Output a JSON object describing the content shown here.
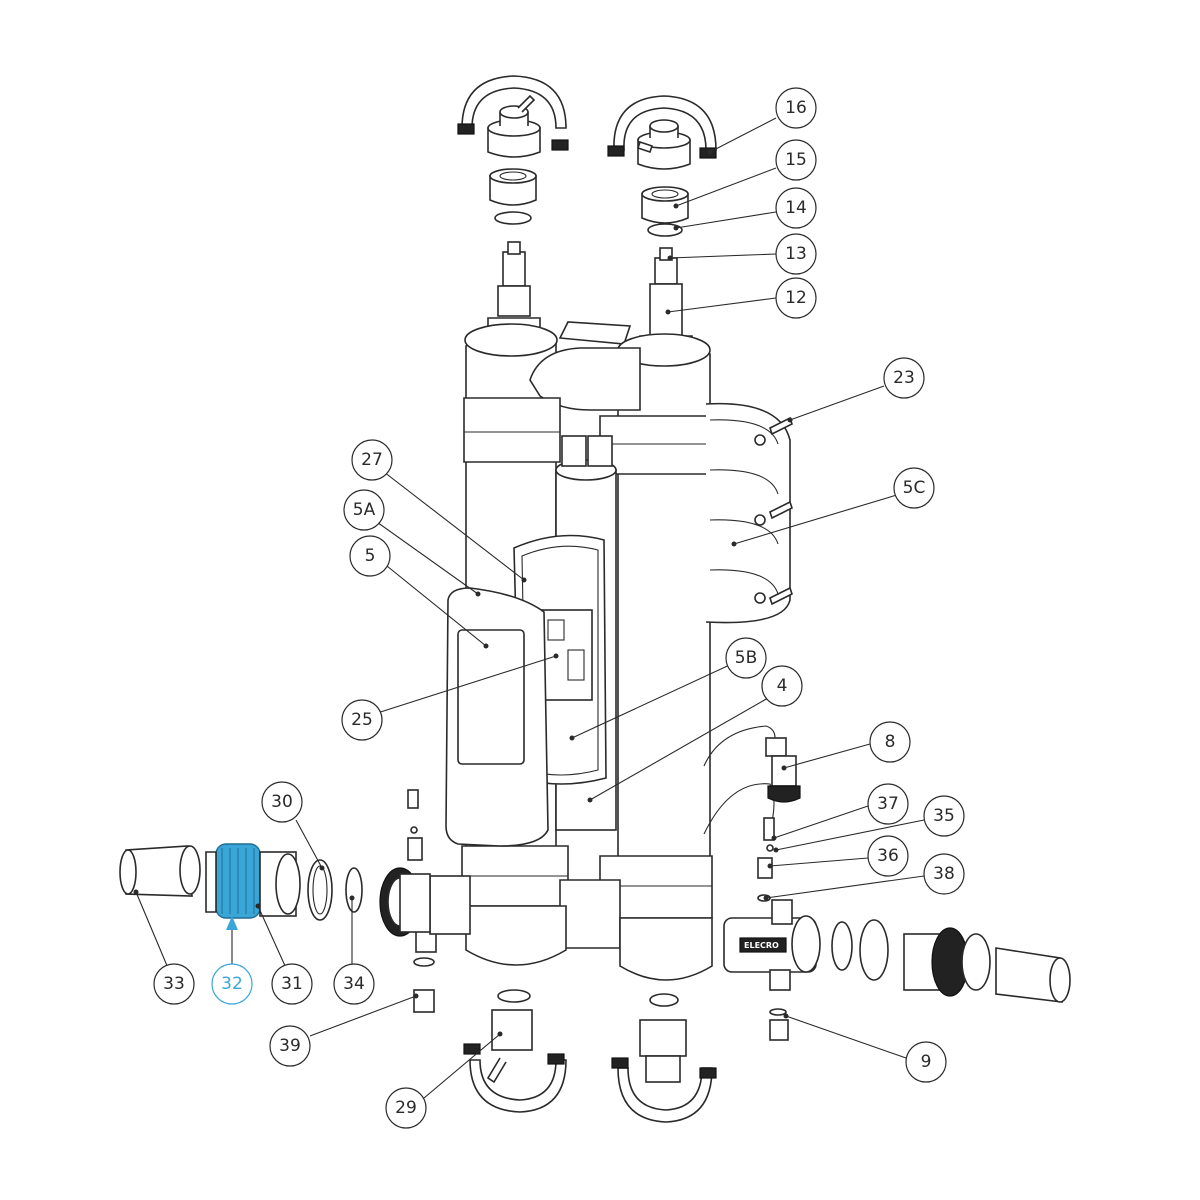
{
  "diagram": {
    "brand_label": "ELECRO",
    "highlight_color": "#3aa6d8",
    "line_color": "#2a2a2a",
    "callouts": [
      {
        "id": "16",
        "label": "16"
      },
      {
        "id": "15",
        "label": "15"
      },
      {
        "id": "14",
        "label": "14"
      },
      {
        "id": "13",
        "label": "13"
      },
      {
        "id": "12",
        "label": "12"
      },
      {
        "id": "23",
        "label": "23"
      },
      {
        "id": "5C",
        "label": "5C"
      },
      {
        "id": "27",
        "label": "27"
      },
      {
        "id": "5A",
        "label": "5A"
      },
      {
        "id": "5",
        "label": "5"
      },
      {
        "id": "25",
        "label": "25"
      },
      {
        "id": "5B",
        "label": "5B"
      },
      {
        "id": "4",
        "label": "4"
      },
      {
        "id": "8",
        "label": "8"
      },
      {
        "id": "37",
        "label": "37"
      },
      {
        "id": "35",
        "label": "35"
      },
      {
        "id": "36",
        "label": "36"
      },
      {
        "id": "38",
        "label": "38"
      },
      {
        "id": "30",
        "label": "30"
      },
      {
        "id": "33",
        "label": "33"
      },
      {
        "id": "32",
        "label": "32",
        "highlighted": true
      },
      {
        "id": "31",
        "label": "31"
      },
      {
        "id": "34",
        "label": "34"
      },
      {
        "id": "39",
        "label": "39"
      },
      {
        "id": "29",
        "label": "29"
      },
      {
        "id": "9",
        "label": "9"
      }
    ]
  }
}
